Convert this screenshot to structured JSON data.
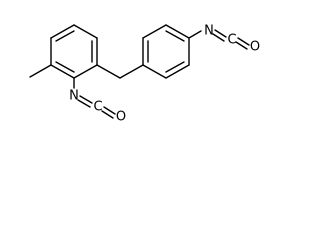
{
  "atoms": {
    "n_top": "N",
    "c_top": "C",
    "o_top": "O",
    "n_bottom": "N",
    "c_bottom": "C",
    "o_bottom": "O"
  }
}
